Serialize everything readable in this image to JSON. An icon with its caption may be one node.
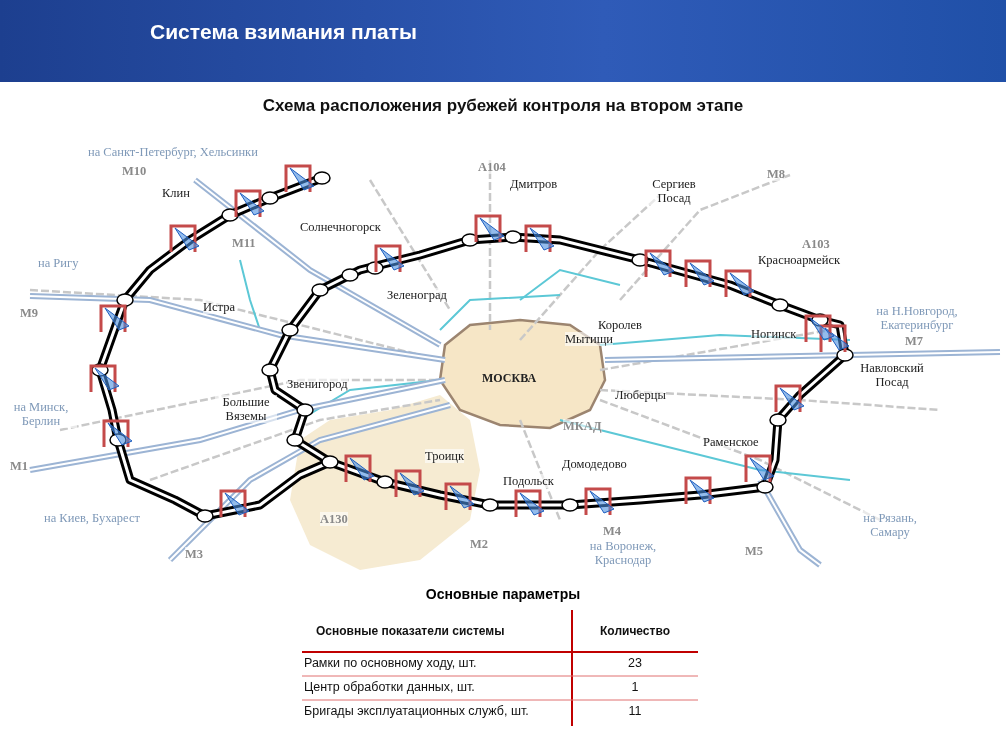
{
  "diagram": {
    "title": "Система взимания платы",
    "labels": [
      "Схема расположения рубежей контроля на втором этапе",
      "на Санкт-Петербург, Хельсинки",
      "А104",
      "М10",
      "М8",
      "Дмитров",
      "Сергиев Посад",
      "Клин",
      "Солнечногорск",
      "М11",
      "А103",
      "Красноармейск",
      "на Ригу",
      "Зеленоград",
      "Истра",
      "на Н.Новгород, Екатеринбург",
      "М9",
      "Королев",
      "Мытищи",
      "Ногинск",
      "М7",
      "МОСКВА",
      "Навловский Посад",
      "Звенигород",
      "Люберцы",
      "Большие Вяземы",
      "на Минск, Берлин",
      "МКАД",
      "Раменское",
      "Троицк",
      "М1",
      "Домодедово",
      "Подольск",
      "на Киев, Бухарест",
      "А130",
      "на Рязань, Самару",
      "М4",
      "М2",
      "на Воронеж, Краснодар",
      "М5",
      "М3",
      "Основные параметры",
      "Основные показатели системы",
      "Количество",
      "Рамки по основному ходу, шт.",
      "23",
      "Центр обработки данных, шт.",
      "1",
      "Бригады эксплуатационных служб, шт.",
      "11"
    ]
  }
}
